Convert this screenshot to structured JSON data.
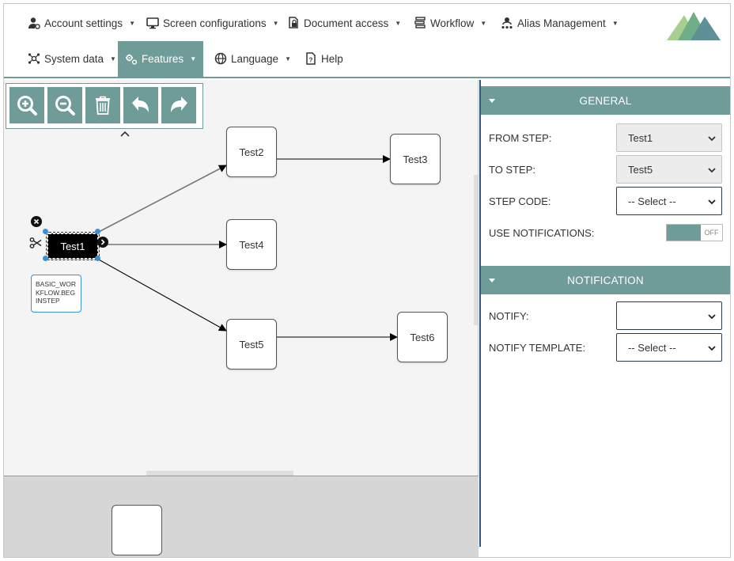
{
  "nav": {
    "items": [
      {
        "label": "Account settings",
        "icon": "user-gear-icon",
        "dropdown": true
      },
      {
        "label": "Screen configurations",
        "icon": "monitor-icon",
        "dropdown": true
      },
      {
        "label": "Document access",
        "icon": "document-lock-icon",
        "dropdown": true
      },
      {
        "label": "Workflow",
        "icon": "workflow-icon",
        "dropdown": true
      },
      {
        "label": "Alias Management",
        "icon": "alias-icon",
        "dropdown": true
      },
      {
        "label": "System data",
        "icon": "network-icon",
        "dropdown": true
      },
      {
        "label": "Features",
        "icon": "gears-icon",
        "dropdown": true,
        "active": true
      },
      {
        "label": "Language",
        "icon": "globe-icon",
        "dropdown": true
      },
      {
        "label": "Help",
        "icon": "help-icon",
        "dropdown": false
      }
    ],
    "caret": "▼"
  },
  "colors": {
    "accent": "#6f9c98",
    "handle": "#3b8fd9",
    "selected_node": "#000000"
  },
  "toolbar": {
    "buttons": [
      {
        "name": "zoom-in-button",
        "icon": "zoom-in-icon"
      },
      {
        "name": "zoom-out-button",
        "icon": "zoom-out-icon"
      },
      {
        "name": "delete-button",
        "icon": "trash-icon"
      },
      {
        "name": "undo-button",
        "icon": "undo-icon"
      },
      {
        "name": "redo-button",
        "icon": "redo-icon"
      }
    ]
  },
  "diagram": {
    "nodes": {
      "test1": "Test1",
      "test2": "Test2",
      "test3": "Test3",
      "test4": "Test4",
      "test5": "Test5",
      "test6": "Test6"
    },
    "step_code_label": "BASIC_WORKFLOW.BEGINSTEP"
  },
  "panel": {
    "general": {
      "title": "GENERAL",
      "from_step": {
        "label": "FROM STEP:",
        "value": "Test1"
      },
      "to_step": {
        "label": "TO STEP:",
        "value": "Test5"
      },
      "step_code": {
        "label": "STEP CODE:",
        "value": "-- Select --"
      },
      "use_notifications": {
        "label": "USE NOTIFICATIONS:",
        "state": "OFF"
      }
    },
    "notification": {
      "title": "NOTIFICATION",
      "notify": {
        "label": "NOTIFY:",
        "value": ""
      },
      "notify_template": {
        "label": "NOTIFY TEMPLATE:",
        "value": "-- Select --"
      }
    }
  }
}
